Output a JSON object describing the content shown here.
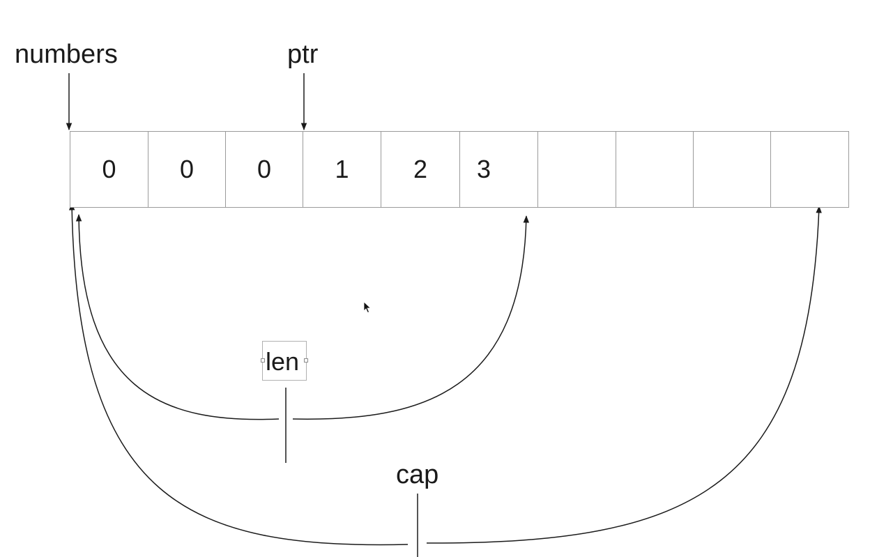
{
  "labels": {
    "numbers": "numbers",
    "ptr": "ptr",
    "len": "len",
    "cap": "cap"
  },
  "cells": [
    "0",
    "0",
    "0",
    "1",
    "2",
    "3",
    "",
    "",
    "",
    ""
  ],
  "colors": {
    "stroke": "#1a1a1a",
    "cell_border": "#9a9a9a",
    "text": "#1a1a1a"
  },
  "icons": {
    "cursor": "mouse-pointer-icon"
  }
}
